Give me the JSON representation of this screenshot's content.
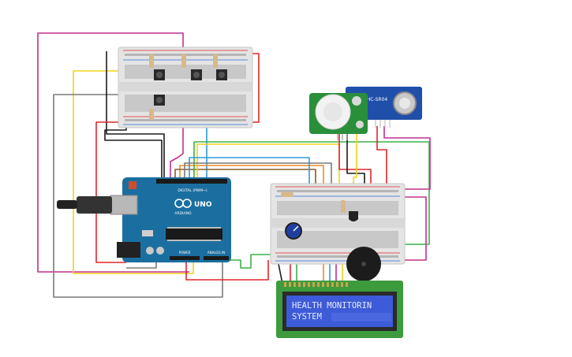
{
  "arduino": {
    "brand": "ARDUINO",
    "model": "UNO",
    "digital_header": "DIGITAL (PWM~)",
    "power_header": "POWER",
    "analog_header": "ANALOG IN"
  },
  "ultrasonic": {
    "model": "HC-SR04"
  },
  "lcd": {
    "line1": "HEALTH MONITORIN",
    "line2": "SYSTEM"
  },
  "colors": {
    "arduino_board": "#1b6fa0",
    "wire_red": "#e0262b",
    "wire_black": "#1c1c1c",
    "wire_yellow": "#f2d21b",
    "wire_magenta": "#c0318f",
    "wire_green": "#3db14a",
    "wire_blue": "#2b9be0",
    "wire_orange": "#f08a24",
    "wire_brown": "#8a5a2b",
    "wire_gray": "#7a7a7a",
    "lcd_screen": "#3d5bd8",
    "lcd_pcb": "#3d9b3d",
    "pir_pcb": "#2a8f3a",
    "ultrasonic_pcb": "#1f4fa8"
  }
}
